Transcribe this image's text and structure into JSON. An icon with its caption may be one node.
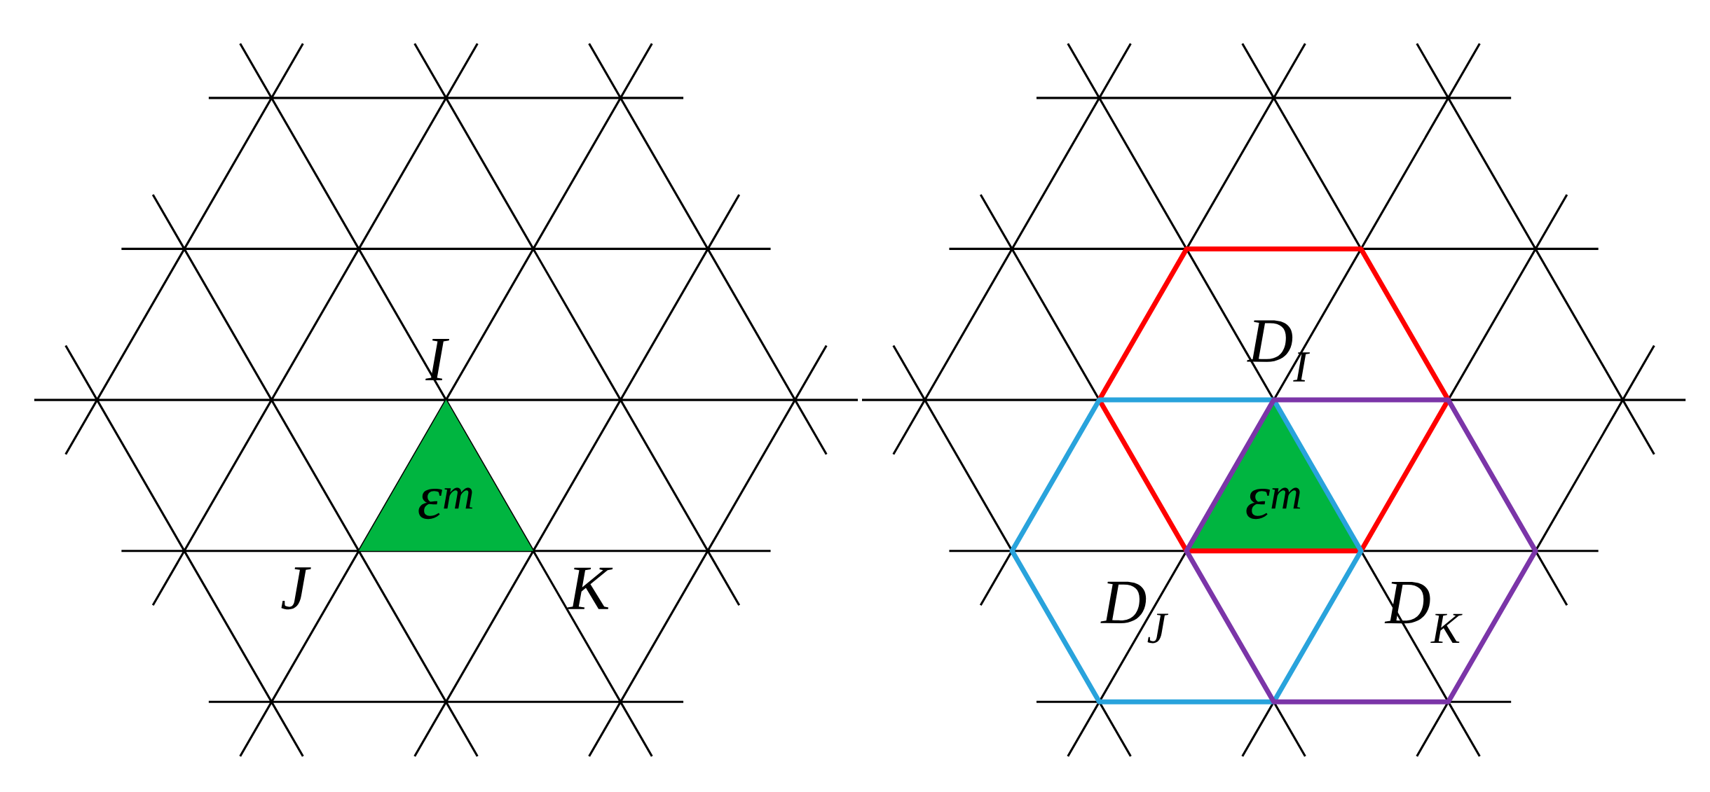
{
  "diagram": {
    "nodes": [
      {
        "text": [
          "ε$^{m}$"
        ]
      },
      {
        "text": [
          "ε$^{m}$"
        ]
      },
      {
        "text": [
          "D$_{I}$"
        ]
      },
      {
        "text": [
          "D$_{J}$"
        ]
      },
      {
        "text": [
          "D$_{K}$"
        ]
      }
    ],
    "labels": [
      "I",
      "J",
      "K"
    ]
  }
}
